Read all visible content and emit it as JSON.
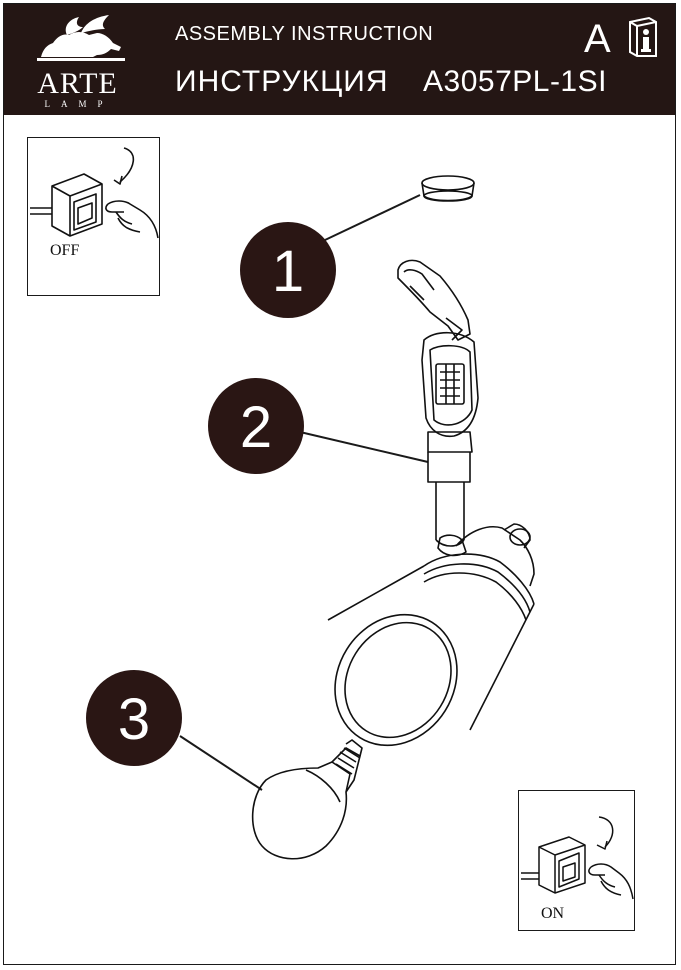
{
  "header": {
    "brand": "ARTE",
    "brand_sub": "LAMP",
    "title_en": "ASSEMBLY  INSTRUCTION",
    "title_ru": "ИНСТРУКЦИЯ",
    "model": "A3057PL-1SI",
    "lang_letter": "A",
    "info_icon": "book-info-icon"
  },
  "switch_off": {
    "label": "OFF"
  },
  "switch_on": {
    "label": "ON"
  },
  "steps": [
    {
      "number": "1"
    },
    {
      "number": "2"
    },
    {
      "number": "3"
    }
  ],
  "colors": {
    "header_bg": "#241614",
    "callout": "#2a1614",
    "line": "#1a1a1a"
  }
}
